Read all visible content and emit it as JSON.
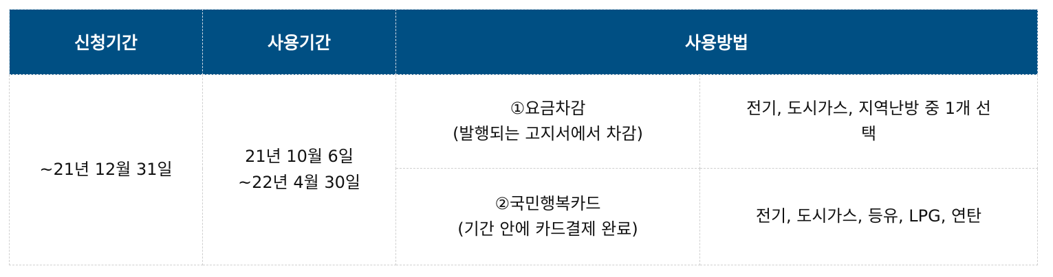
{
  "table": {
    "headers": {
      "apply_period": "신청기간",
      "use_period": "사용기간",
      "usage_method": "사용방법"
    },
    "apply_period": "~21년 12월 31일",
    "use_period": {
      "line1": "21년 10월 6일",
      "line2": "~22년 4월 30일"
    },
    "methods": [
      {
        "title": "①요금차감",
        "detail": "(발행되는 고지서에서 차감)",
        "targets_line1": "전기, 도시가스, 지역난방 중 1개 선",
        "targets_line2": "택"
      },
      {
        "title": "②국민행복카드",
        "detail": "(기간 안에 카드결제 완료)",
        "targets_line1": "전기, 도시가스, 등유, LPG, 연탄"
      }
    ]
  }
}
